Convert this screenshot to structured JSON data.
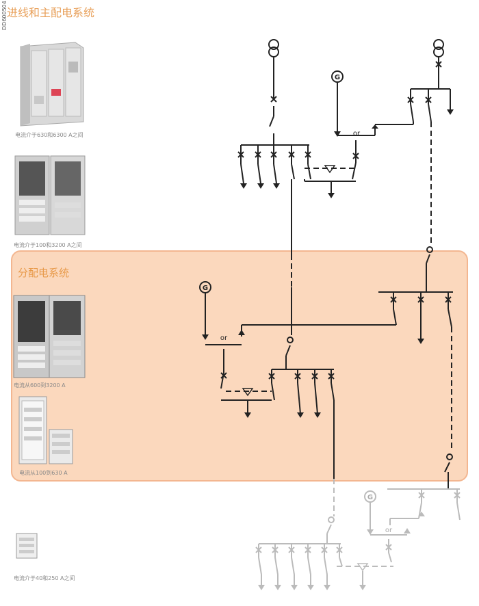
{
  "header": {
    "title": "进线和主配电系统",
    "doc_code": "DD600504"
  },
  "distribution": {
    "title": "分配电系统"
  },
  "captions": {
    "cab1": "电流介于630和6300 A之间",
    "cab2": "电流介于100和3200 A之间",
    "cab3": "电流从600到3200 A",
    "cab4": "电流从100到630 A",
    "cab5": "电流介于40和250 A之间"
  },
  "diagram": {
    "generator_label": "G",
    "or_label": "or"
  },
  "colors": {
    "accent": "#e8a05a",
    "panel_fill": "#fbd8bd",
    "panel_border": "#f3b690",
    "line_dark": "#222222",
    "line_grey": "#bbbbbb"
  }
}
